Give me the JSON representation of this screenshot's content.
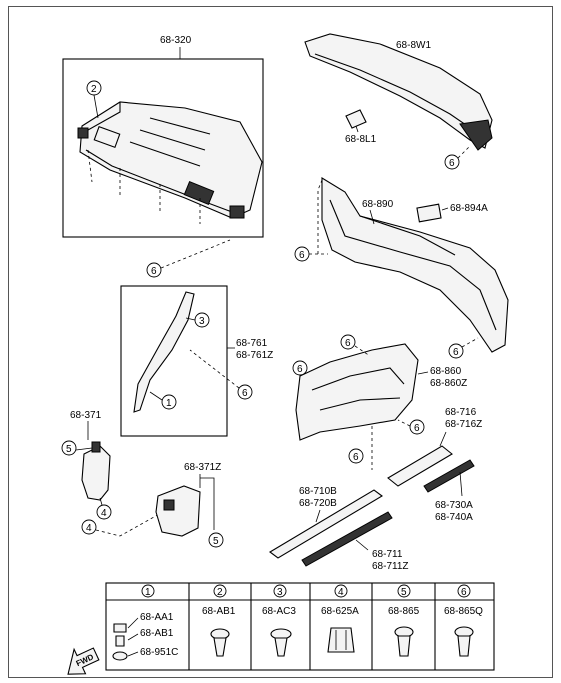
{
  "labels": {
    "p68_320": "68-320",
    "p68_8W1": "68-8W1",
    "p68_8L1": "68-8L1",
    "p68_890": "68-890",
    "p68_894A": "68-894A",
    "p68_761": "68-761",
    "p68_761Z": "68-761Z",
    "p68_860": "68-860",
    "p68_860Z": "68-860Z",
    "p68_371": "68-371",
    "p68_371Z": "68-371Z",
    "p68_716": "68-716",
    "p68_716Z": "68-716Z",
    "p68_710B": "68-710B",
    "p68_720B": "68-720B",
    "p68_730A": "68-730A",
    "p68_740A": "68-740A",
    "p68_711": "68-711",
    "p68_711Z": "68-711Z"
  },
  "callouts": {
    "one": "1",
    "two": "2",
    "three": "3",
    "four": "4",
    "five": "5",
    "six": "6"
  },
  "fastener_table": {
    "headers": [
      "1",
      "2",
      "3",
      "4",
      "5",
      "6"
    ],
    "col1_parts": [
      "68-AA1",
      "68-AB1",
      "68-951C"
    ],
    "col2_part": "68-AB1",
    "col3_part": "68-AC3",
    "col4_part": "68-625A",
    "col5_part": "68-865",
    "col6_part": "68-865Q"
  },
  "direction_marker": "FWD"
}
